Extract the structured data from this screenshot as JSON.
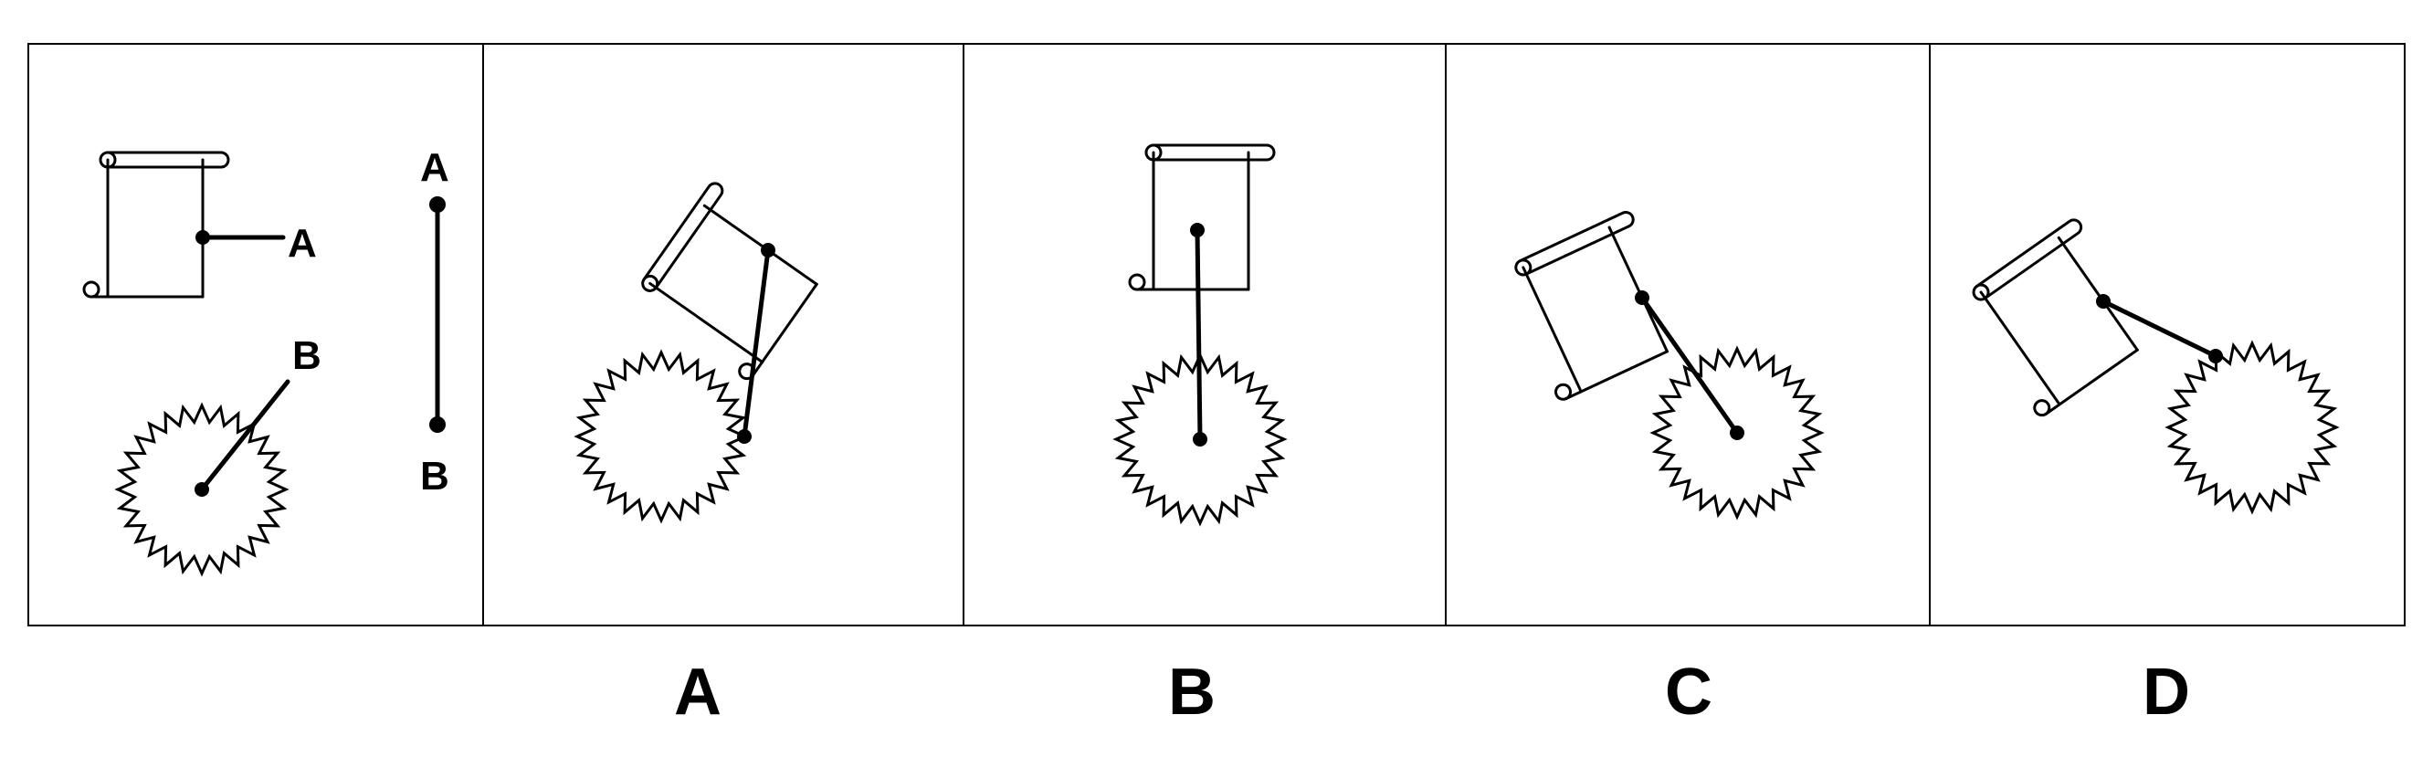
{
  "reference": {
    "connector_labels": {
      "a": "A",
      "b": "B"
    },
    "segment_labels": {
      "top": "A",
      "bottom": "B"
    }
  },
  "options": [
    {
      "label": "A"
    },
    {
      "label": "B"
    },
    {
      "label": "C"
    },
    {
      "label": "D"
    }
  ]
}
